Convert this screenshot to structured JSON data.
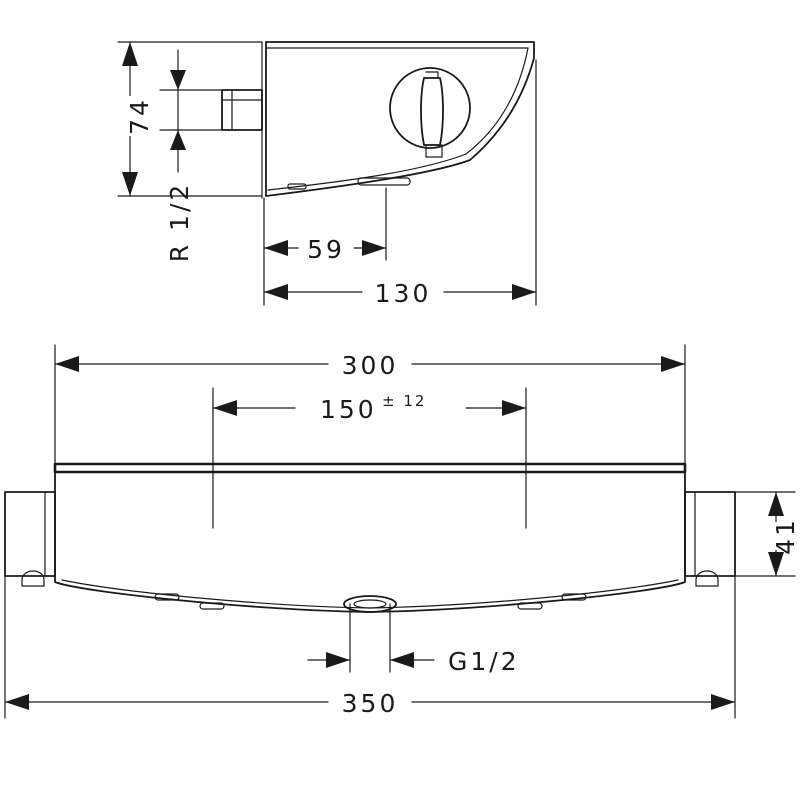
{
  "dimensions": {
    "side_height": "74",
    "thread_inlet": "R 1/2",
    "outlet_offset": "59",
    "depth": "130",
    "width_body": "300",
    "connection_spacing": "150",
    "connection_tolerance": "± 12",
    "connector_height": "41",
    "outlet_thread": "G1/2",
    "overall_width": "350"
  }
}
